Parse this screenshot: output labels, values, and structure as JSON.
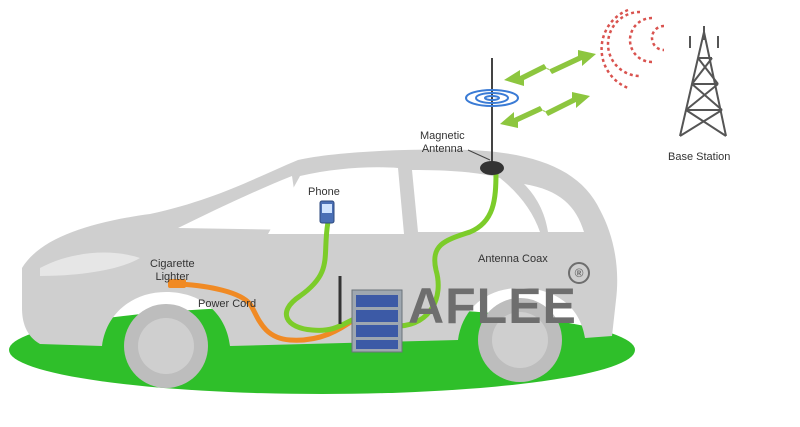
{
  "labels": {
    "magnetic_antenna": "Magnetic\nAntenna",
    "base_station": "Base Station",
    "phone": "Phone",
    "cigarette_lighter": "Cigarette\nLighter",
    "power_cord": "Power Cord",
    "antenna_coax": "Antenna Coax"
  },
  "watermark": {
    "brand": "AFLEE",
    "registered_mark": "®"
  },
  "colors": {
    "ground": "#2fbf2a",
    "car_body": "#cfcfcf",
    "window": "#ffffff",
    "coax_cable": "#7ccc2a",
    "power_cord": "#f08a24",
    "signal_arrows": "#8dc63f",
    "signal_waves": "#d9534f",
    "tower": "#555555",
    "antenna_rings": "#3a7bd5"
  }
}
